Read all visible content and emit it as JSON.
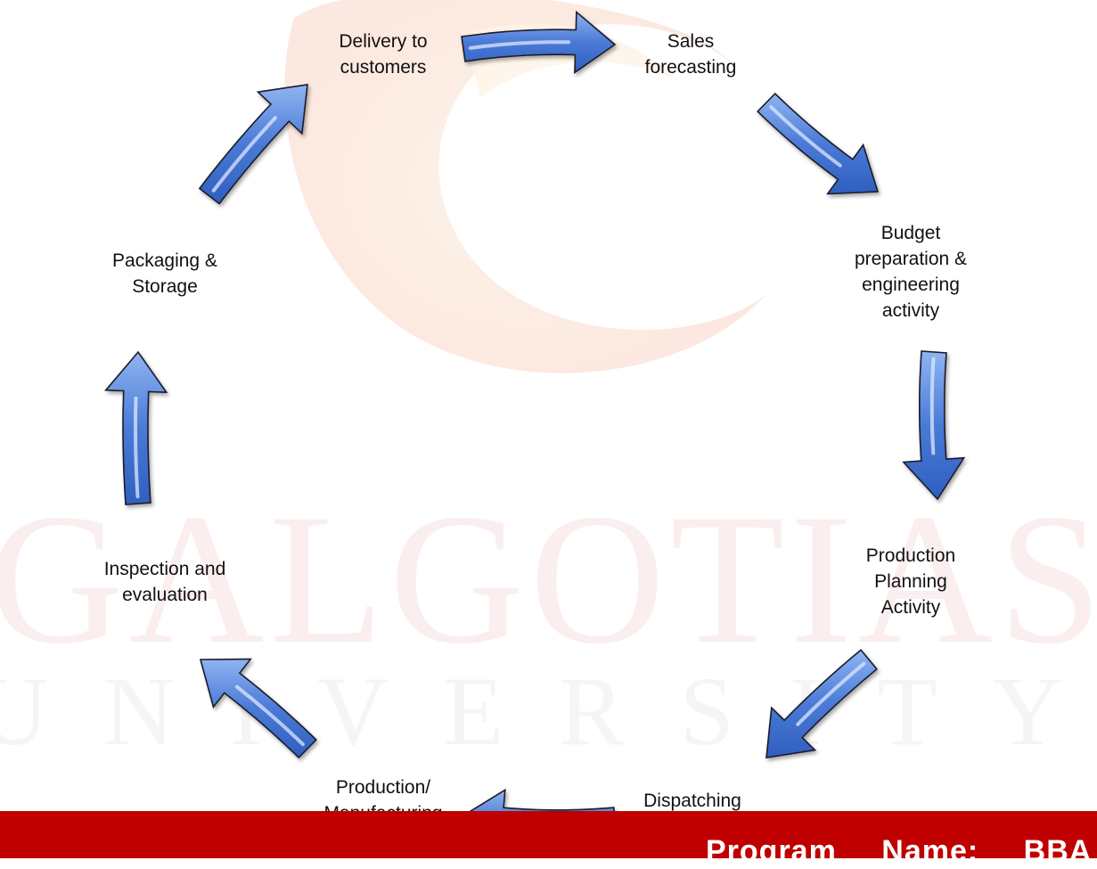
{
  "diagram": {
    "nodes": [
      {
        "id": "delivery",
        "label": "Delivery to\ncustomers"
      },
      {
        "id": "sales",
        "label": "Sales\nforecasting"
      },
      {
        "id": "budget",
        "label": "Budget\npreparation &\nengineering\nactivity"
      },
      {
        "id": "ppa",
        "label": "Production\nPlanning\nActivity"
      },
      {
        "id": "dispatching",
        "label": "Dispatching"
      },
      {
        "id": "manufacturing",
        "label": "Production/\nManufacturing"
      },
      {
        "id": "inspection",
        "label": "Inspection and\nevaluation"
      },
      {
        "id": "packaging",
        "label": "Packaging &\nStorage"
      }
    ],
    "edges": [
      {
        "from": "delivery",
        "to": "sales"
      },
      {
        "from": "sales",
        "to": "budget"
      },
      {
        "from": "budget",
        "to": "ppa"
      },
      {
        "from": "ppa",
        "to": "dispatching"
      },
      {
        "from": "dispatching",
        "to": "manufacturing"
      },
      {
        "from": "manufacturing",
        "to": "inspection"
      },
      {
        "from": "inspection",
        "to": "packaging"
      },
      {
        "from": "packaging",
        "to": "delivery"
      }
    ],
    "arrow_color": "#4f7fd6"
  },
  "watermark": {
    "line1": "GALGOTIAS",
    "line2": "UNIVERSITY"
  },
  "footer": {
    "text": "Program Name: BBA",
    "color": "#c00000"
  }
}
